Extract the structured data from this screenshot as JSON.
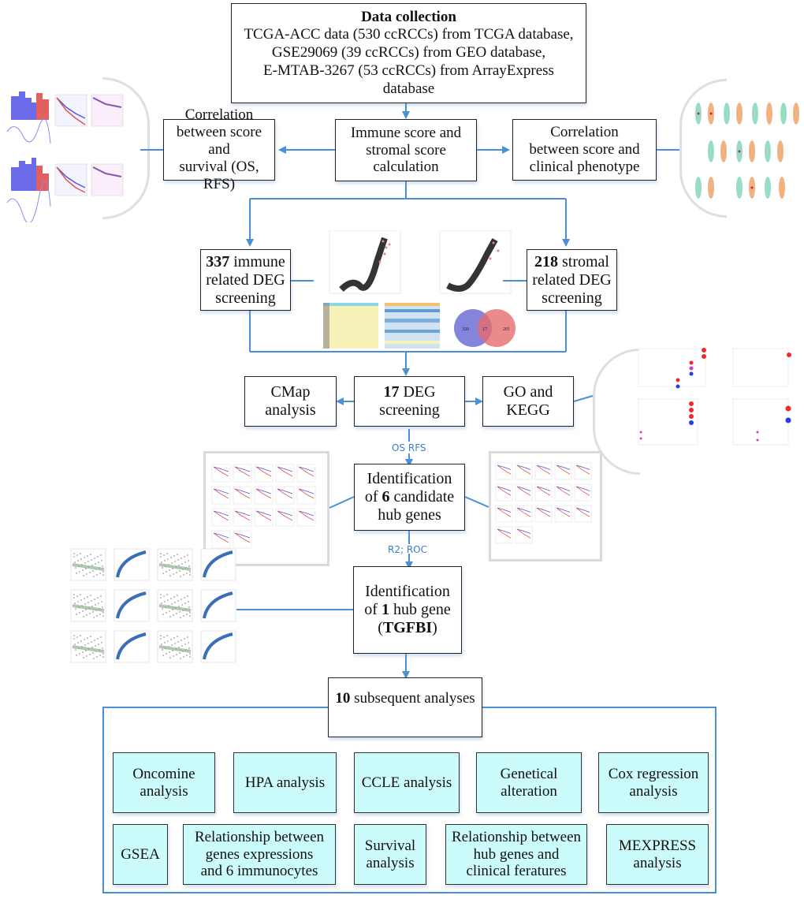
{
  "title_box": {
    "heading": "Data collection",
    "lines": [
      "TCGA-ACC data (530 ccRCCs) from TCGA database,",
      "GSE29069 (39 ccRCCs) from GEO database,",
      "E-MTAB-3267 (53 ccRCCs) from ArrayExpress",
      "database"
    ]
  },
  "score_row": {
    "center": [
      "Immune score and",
      "stromal score calculation"
    ],
    "left": [
      "Correlation",
      "between score and",
      "survival (OS, RFS)"
    ],
    "right": [
      "Correlation",
      "between score and",
      "clinical phenotype"
    ]
  },
  "deg_row": {
    "immune": {
      "count": "337",
      "lines": [
        " immune",
        "related DEG",
        "screening"
      ]
    },
    "stromal": {
      "count": "218",
      "lines": [
        " stromal",
        "related DEG",
        "screening"
      ]
    },
    "venn": {
      "left_value": "320",
      "overlap_value": "17",
      "right_value": "201"
    }
  },
  "common_row": {
    "center": {
      "count": "17",
      "line1_rest": " DEG",
      "line2": "screening"
    },
    "left": [
      "CMap",
      "analysis"
    ],
    "right": [
      "GO and",
      "KEGG"
    ]
  },
  "labels": {
    "os_rfs": "OS RFS",
    "r2_roc": "R2;  ROC"
  },
  "candidate_box": {
    "line1": "Identification",
    "line2_pre": "of ",
    "count": "6",
    "line2_post": " candidate",
    "line3": "hub genes"
  },
  "hub_box": {
    "line1": "Identification",
    "line2_pre": "of ",
    "count": "1",
    "line2_post": " hub gene",
    "gene_pre": "(",
    "gene": "TGFBI",
    "gene_post": ")"
  },
  "subsequent": {
    "count": "10",
    "label": " subsequent analyses",
    "row1": [
      [
        "Oncomine",
        "analysis"
      ],
      [
        "HPA analysis"
      ],
      [
        "CCLE analysis"
      ],
      [
        "Genetical",
        "alteration"
      ],
      [
        "Cox regression",
        "analysis"
      ]
    ],
    "row2": [
      [
        "GSEA"
      ],
      [
        "Relationship between",
        "genes expressions",
        "and 6 immunocytes"
      ],
      [
        "Survival",
        "analysis"
      ],
      [
        "Relationship between",
        "hub genes and",
        "clinical feratures"
      ],
      [
        "MEXPRESS",
        "analysis"
      ]
    ]
  },
  "colors": {
    "connector": "#4a90d9",
    "label_blue": "#3a7fc8",
    "analysis_fill": "#ccfbfb",
    "bracket_gray": "#dcdfe3",
    "km_red": "#e05555",
    "km_blue": "#5555d8"
  }
}
